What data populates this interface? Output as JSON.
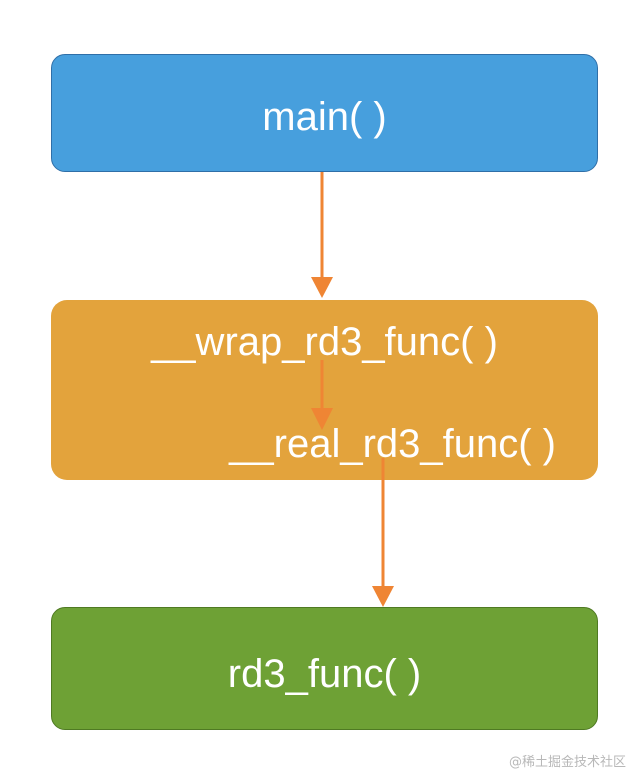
{
  "nodes": {
    "main": {
      "label": "main( )"
    },
    "wrap": {
      "label": "__wrap_rd3_func( )"
    },
    "real": {
      "label": "__real_rd3_func( )"
    },
    "rd3": {
      "label": "rd3_func( )"
    }
  },
  "colors": {
    "main_fill": "#479fdd",
    "wrap_fill": "#e3a33c",
    "rd3_fill": "#6ea135",
    "arrow": "#ef8534",
    "text": "#ffffff"
  },
  "watermark": "@稀土掘金技术社区"
}
